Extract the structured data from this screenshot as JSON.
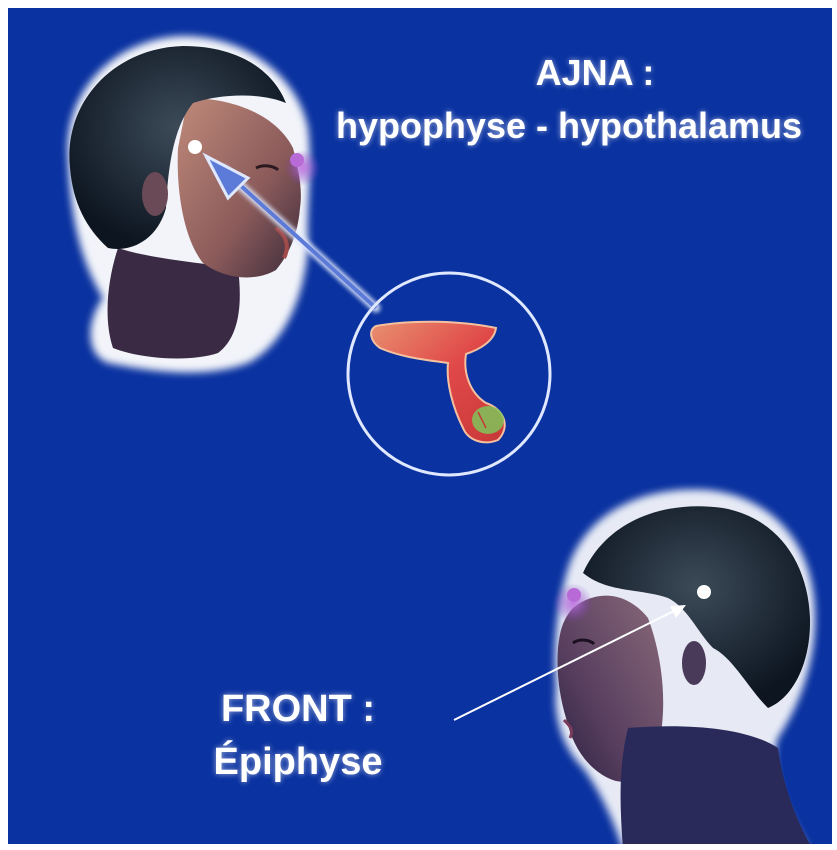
{
  "labels": {
    "ajna_title": "AJNA :",
    "ajna_subtitle": "hypophyse - hypothalamus",
    "front_title": "FRONT :",
    "front_subtitle": "Épiphyse"
  },
  "colors": {
    "background": "#0a32a0",
    "text": "#ffffff",
    "third_eye_dot": "#b86bd6",
    "gland_red": "#e0504a",
    "gland_green": "#7fc45a",
    "arrow": "#dfe8ff"
  },
  "icons": [
    "head-profile-right-icon",
    "head-profile-left-icon",
    "pituitary-gland-icon"
  ]
}
